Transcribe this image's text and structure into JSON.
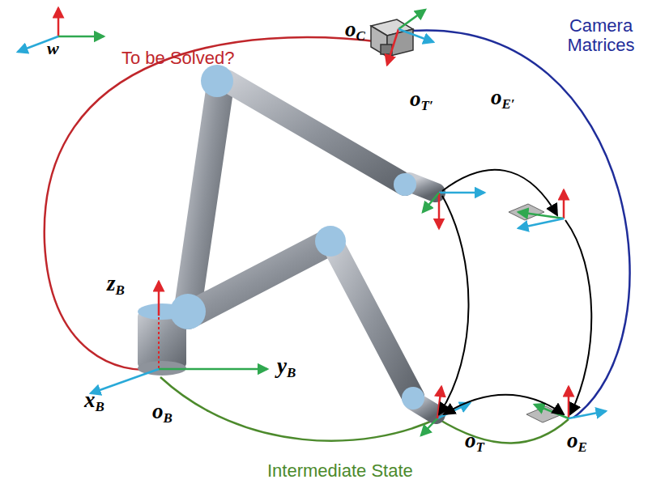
{
  "diagram": {
    "labels": [
      "w",
      "To be Solved?",
      "oC",
      "Camera Matrices",
      "oT′",
      "oE′",
      "zB",
      "yB",
      "xB",
      "oB",
      "oT",
      "oE",
      "Intermediate State"
    ]
  }
}
